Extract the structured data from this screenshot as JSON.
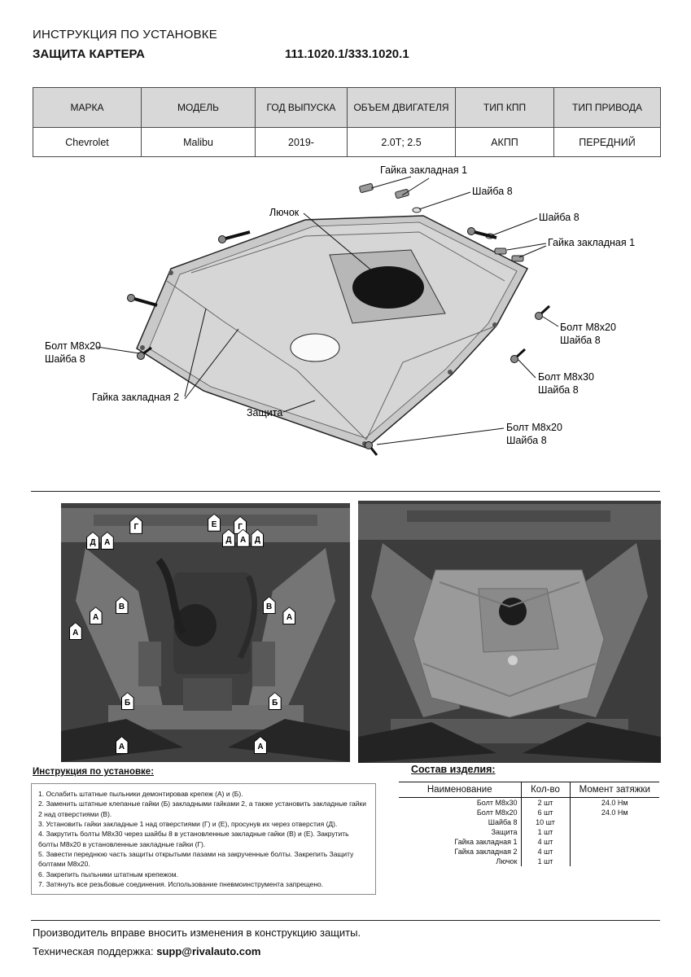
{
  "header": {
    "doc_type": "ИНСТРУКЦИЯ ПО УСТАНОВКЕ",
    "product": "ЗАЩИТА КАРТЕРА",
    "part_numbers": "111.1020.1/333.1020.1"
  },
  "vehicle_table": {
    "headers": [
      "МАРКА",
      "МОДЕЛЬ",
      "ГОД ВЫПУСКА",
      "ОБЪЕМ ДВИГАТЕЛЯ",
      "ТИП КПП",
      "ТИП ПРИВОДА"
    ],
    "row": [
      "Chevrolet",
      "Malibu",
      "2019-",
      "2.0Т; 2.5",
      "АКПП",
      "ПЕРЕДНИЙ"
    ]
  },
  "diagram": {
    "labels": {
      "nut1_top": "Гайка закладная 1",
      "washer_top": "Шайба 8",
      "hatch": "Лючок",
      "washer_right": "Шайба 8",
      "nut1_right": "Гайка закладная 1",
      "bolt20_right": "Болт М8х20",
      "washer_right2": "Шайба 8",
      "bolt20_left": "Болт М8х20",
      "washer_left": "Шайба 8",
      "bolt30_right": "Болт М8х30",
      "washer_right3": "Шайба 8",
      "nut2": "Гайка закладная 2",
      "plate": "Защита",
      "bolt20_bottom": "Болт М8х20",
      "washer_bottom": "Шайба 8"
    }
  },
  "photo_markers": [
    "Г",
    "Е",
    "Г",
    "Д",
    "А",
    "Д",
    "А",
    "Д",
    "В",
    "А",
    "В",
    "А",
    "А",
    "Б",
    "Б",
    "А",
    "А"
  ],
  "instructions": {
    "title": "Инструкция по установке:",
    "steps": [
      "1. Ослабить штатные пыльники демонтировав крепеж (А) и (Б).",
      "2. Заменить штатные клепаные гайки (Б) закладными гайками 2, а также установить закладные гайки 2 над отверстиями (В).",
      "3. Установить гайки закладные 1 над отверстиями (Г) и (Е), просунув их через отверстия (Д).",
      "4. Закрутить болты М8х30 через шайбы 8 в установленные закладные гайки (В) и (Е). Закрутить болты М8х20 в установленные закладные гайки (Г).",
      "5. Завести переднюю часть защиты открытыми пазами на закрученные болты. Закрепить Защиту болтами М8х20.",
      "6. Закрепить пыльники штатным крепежом.",
      "7. Затянуть все резьбовые соединения. Использование пневмоинструмента запрещено."
    ]
  },
  "parts": {
    "title": "Состав изделия:",
    "headers": [
      "Наименование",
      "Кол-во",
      "Момент затяжки"
    ],
    "rows": [
      [
        "Болт М8х30",
        "2 шт",
        "24.0 Нм"
      ],
      [
        "Болт М8х20",
        "6 шт",
        "24.0 Нм"
      ],
      [
        "Шайба 8",
        "10 шт",
        ""
      ],
      [
        "Защита",
        "1 шт",
        ""
      ],
      [
        "Гайка закладная 1",
        "4 шт",
        ""
      ],
      [
        "Гайка закладная 2",
        "4 шт",
        ""
      ],
      [
        "Лючок",
        "1 шт",
        ""
      ]
    ]
  },
  "footer": {
    "line1": "Производитель вправе вносить изменения в конструкцию защиты.",
    "support_label": "Техническая поддержка:",
    "support_email": "supp@rivalauto.com"
  }
}
